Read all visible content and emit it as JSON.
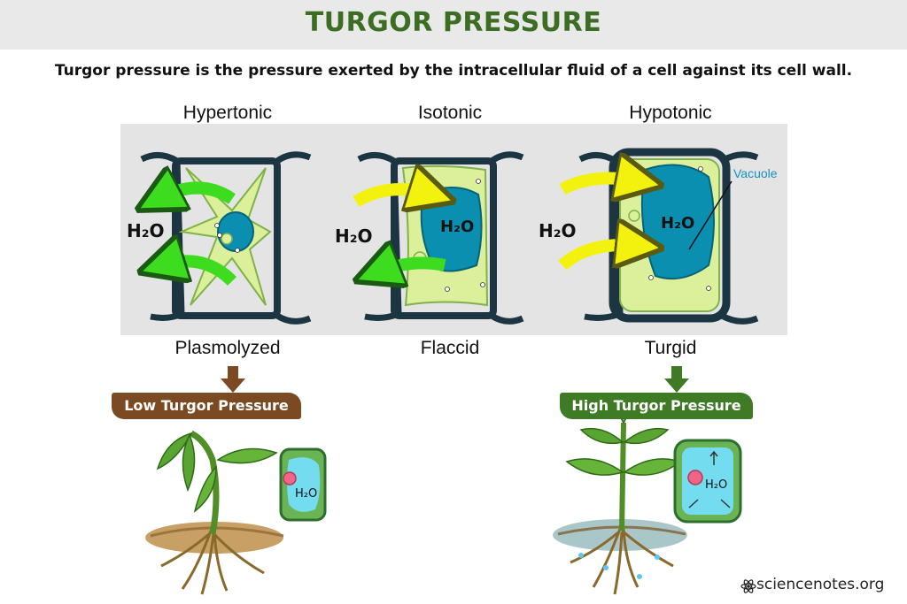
{
  "header": {
    "title": "TURGOR PRESSURE",
    "definition": "Turgor pressure is the pressure exerted by the intracellular fluid of a cell against its cell wall."
  },
  "cells": [
    {
      "solution": "Hypertonic",
      "state": "Plasmolyzed"
    },
    {
      "solution": "Isotonic",
      "state": "Flaccid"
    },
    {
      "solution": "Hypotonic",
      "state": "Turgid"
    }
  ],
  "water_label": "H₂O",
  "vacuole_label": "Vacuole",
  "banners": {
    "low": "Low Turgor Pressure",
    "high": "High Turgor Pressure"
  },
  "footer": {
    "site": "sciencenotes.org",
    "icon": "atom-icon"
  },
  "colors": {
    "title": "#3b6e22",
    "panel": "#e4e4e4",
    "cytoplasm": "#dcef9a",
    "vacuole": "#0a8fb0",
    "cell_wall": "#1b3542",
    "arrow_out": "#3ddc1f",
    "arrow_in": "#f2f20e",
    "low_banner": "#7b4a22",
    "high_banner": "#3f7a25"
  }
}
